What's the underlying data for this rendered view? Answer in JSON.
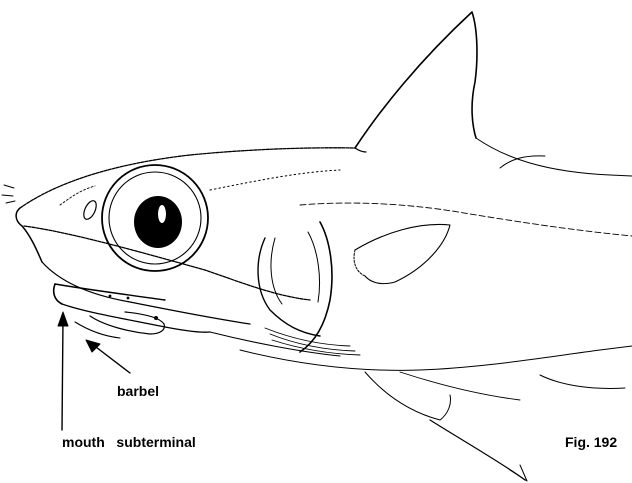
{
  "labels": {
    "barbel": "barbel",
    "mouth": "mouth   subterminal",
    "figure_number": "Fig. 192"
  },
  "colors": {
    "ink": "#000000",
    "background": "#ffffff"
  }
}
